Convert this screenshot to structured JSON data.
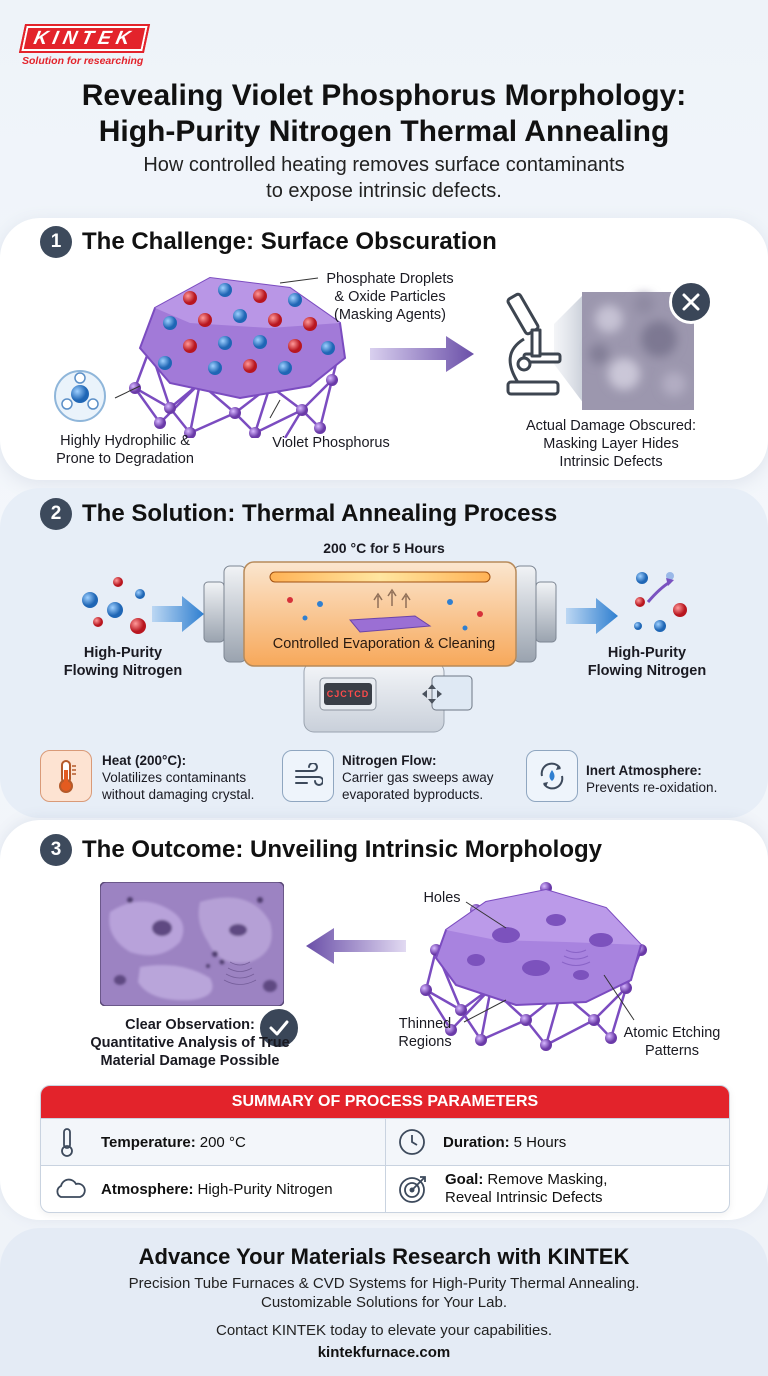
{
  "brand": {
    "logo_text": "KINTEK",
    "tagline": "Solution for researching",
    "accent": "#e3232b"
  },
  "header": {
    "title_line1": "Revealing Violet Phosphorus Morphology:",
    "title_line2": "High-Purity Nitrogen Thermal Annealing",
    "subtitle_line1": "How controlled heating removes surface contaminants",
    "subtitle_line2": "to expose intrinsic defects."
  },
  "section1": {
    "number": "1",
    "title": "The Challenge: Surface Obscuration",
    "label_droplets_1": "Phosphate Droplets",
    "label_droplets_2": "& Oxide Particles",
    "label_droplets_3": "(Masking Agents)",
    "label_hydro_1": "Highly Hydrophilic &",
    "label_hydro_2": "Prone to Degradation",
    "label_vp": "Violet Phosphorus",
    "label_damage_1": "Actual Damage Obscured:",
    "label_damage_2": "Masking Layer Hides",
    "label_damage_3": "Intrinsic Defects"
  },
  "section2": {
    "number": "2",
    "title": "The Solution: Thermal Annealing Process",
    "condition": "200 °C for 5 Hours",
    "inlet_1": "High-Purity",
    "inlet_2": "Flowing Nitrogen",
    "outlet_1": "High-Purity",
    "outlet_2": "Flowing Nitrogen",
    "chamber_label": "Controlled Evaporation & Cleaning",
    "furnace_display": "CJCTCD",
    "features": [
      {
        "title": "Heat (200°C):",
        "line1": "Volatilizes contaminants",
        "line2": "without damaging crystal."
      },
      {
        "title": "Nitrogen Flow:",
        "line1": "Carrier gas sweeps away",
        "line2": "evaporated byproducts."
      },
      {
        "title": "Inert Atmosphere:",
        "line1": "Prevents re-oxidation.",
        "line2": ""
      }
    ]
  },
  "section3": {
    "number": "3",
    "title": "The Outcome: Unveiling Intrinsic Morphology",
    "clear_1": "Clear Observation:",
    "clear_2": "Quantitative Analysis of True",
    "clear_3": "Material Damage Possible",
    "holes": "Holes",
    "thinned_1": "Thinned",
    "thinned_2": "Regions",
    "etching_1": "Atomic Etching",
    "etching_2": "Patterns"
  },
  "summary": {
    "heading": "SUMMARY OF PROCESS PARAMETERS",
    "temperature_label": "Temperature:",
    "temperature_value": "200 °C",
    "duration_label": "Duration:",
    "duration_value": "5 Hours",
    "atmosphere_label": "Atmosphere:",
    "atmosphere_value": "High-Purity Nitrogen",
    "goal_label": "Goal:",
    "goal_value_1": "Remove Masking,",
    "goal_value_2": "Reveal Intrinsic Defects"
  },
  "cta": {
    "title": "Advance Your Materials Research with KINTEK",
    "line1": "Precision Tube Furnaces & CVD Systems for High-Purity Thermal Annealing.",
    "line2": "Customizable Solutions for Your Lab.",
    "contact": "Contact KINTEK today to elevate your capabilities.",
    "url": "kintekfurnace.com"
  },
  "colors": {
    "violet": "#8a5cc9",
    "blue_atom": "#2f7fd0",
    "red_atom": "#d6313a",
    "heater": "#f28a2c"
  }
}
